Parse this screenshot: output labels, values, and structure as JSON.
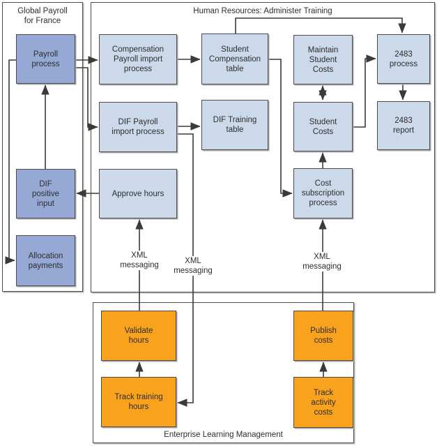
{
  "diagram": {
    "containers": {
      "global_payroll": {
        "title": "Global Payroll\nfor France"
      },
      "human_resources": {
        "title": "Human Resources: Administer Training"
      },
      "elm": {
        "title": "Enterprise Learning Management"
      }
    },
    "nodes": {
      "payroll_process": "Payroll\nprocess",
      "dif_positive_input": "DIF\npositive\ninput",
      "allocation_payments": "Allocation\npayments",
      "comp_payroll_import": "Compensation\nPayroll import\nprocess",
      "student_comp_table": "Student\nCompensation\ntable",
      "maintain_student_costs": "Maintain\nStudent\nCosts",
      "process_2483": "2483\nprocess",
      "dif_payroll_import": "DIF Payroll\nimport process",
      "dif_training_table": "DIF Training\ntable",
      "student_costs": "Student\nCosts",
      "report_2483": "2483\nreport",
      "approve_hours": "Approve hours",
      "cost_subscription": "Cost\nsubscription\nprocess",
      "validate_hours": "Validate\nhours",
      "track_training_hours": "Track training\nhours",
      "publish_costs": "Publish\ncosts",
      "track_activity_costs": "Track\nactivity\ncosts"
    },
    "xml_labels": [
      "XML\nmessaging",
      "XML\nmessaging",
      "XML\nmessaging"
    ],
    "colors": {
      "dark_blue": "#96a9d4",
      "light_blue": "#ccd9eb",
      "orange": "#f9a21d",
      "line": "#3a3a3a"
    }
  }
}
